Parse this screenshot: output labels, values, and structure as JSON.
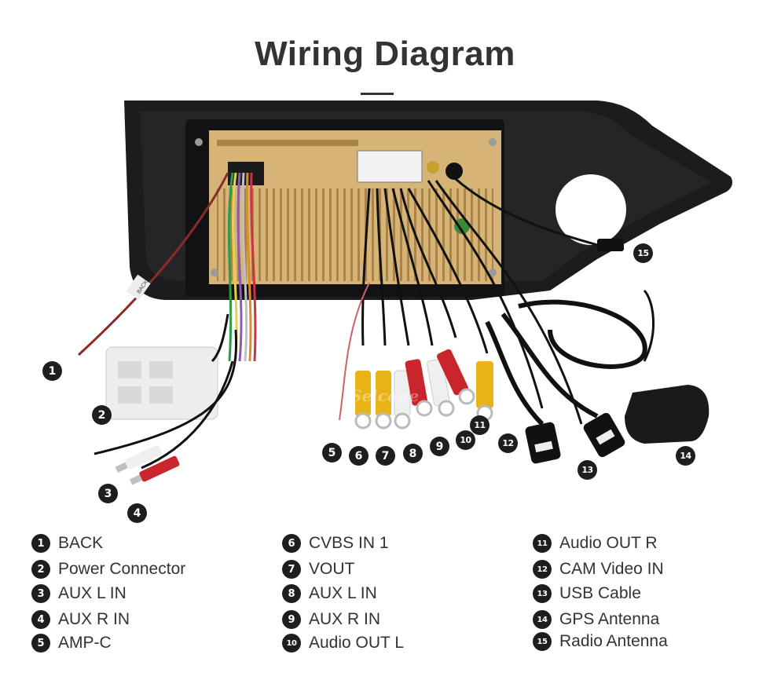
{
  "title": "Wiring Diagram",
  "watermark": "Seicane",
  "markers": [
    {
      "n": "1"
    },
    {
      "n": "2"
    },
    {
      "n": "3"
    },
    {
      "n": "4"
    },
    {
      "n": "5"
    },
    {
      "n": "6"
    },
    {
      "n": "7"
    },
    {
      "n": "8"
    },
    {
      "n": "9"
    },
    {
      "n": "10"
    },
    {
      "n": "11"
    },
    {
      "n": "12"
    },
    {
      "n": "13"
    },
    {
      "n": "14"
    },
    {
      "n": "15"
    }
  ],
  "wire_tags": {
    "back": "BACK"
  },
  "legend": [
    {
      "n": "1",
      "label": "BACK"
    },
    {
      "n": "2",
      "label": "Power Connector"
    },
    {
      "n": "3",
      "label": "AUX L IN"
    },
    {
      "n": "4",
      "label": "AUX R IN"
    },
    {
      "n": "5",
      "label": "AMP-C"
    },
    {
      "n": "6",
      "label": "CVBS IN 1"
    },
    {
      "n": "7",
      "label": "VOUT"
    },
    {
      "n": "8",
      "label": "AUX L IN"
    },
    {
      "n": "9",
      "label": "AUX R IN"
    },
    {
      "n": "10",
      "label": "Audio OUT L"
    },
    {
      "n": "11",
      "label": "Audio OUT R"
    },
    {
      "n": "12",
      "label": "CAM Video IN"
    },
    {
      "n": "13",
      "label": "USB Cable"
    },
    {
      "n": "14",
      "label": "GPS Antenna"
    },
    {
      "n": "15",
      "label": "Radio Antenna"
    }
  ],
  "colors": {
    "background": "#ffffff",
    "frame": "#1c1c1e",
    "board": "#d6b477",
    "marker": "#1e1e1e",
    "rca_yellow": "#e8b317",
    "rca_red": "#c8262c",
    "rca_white": "#efefef"
  }
}
